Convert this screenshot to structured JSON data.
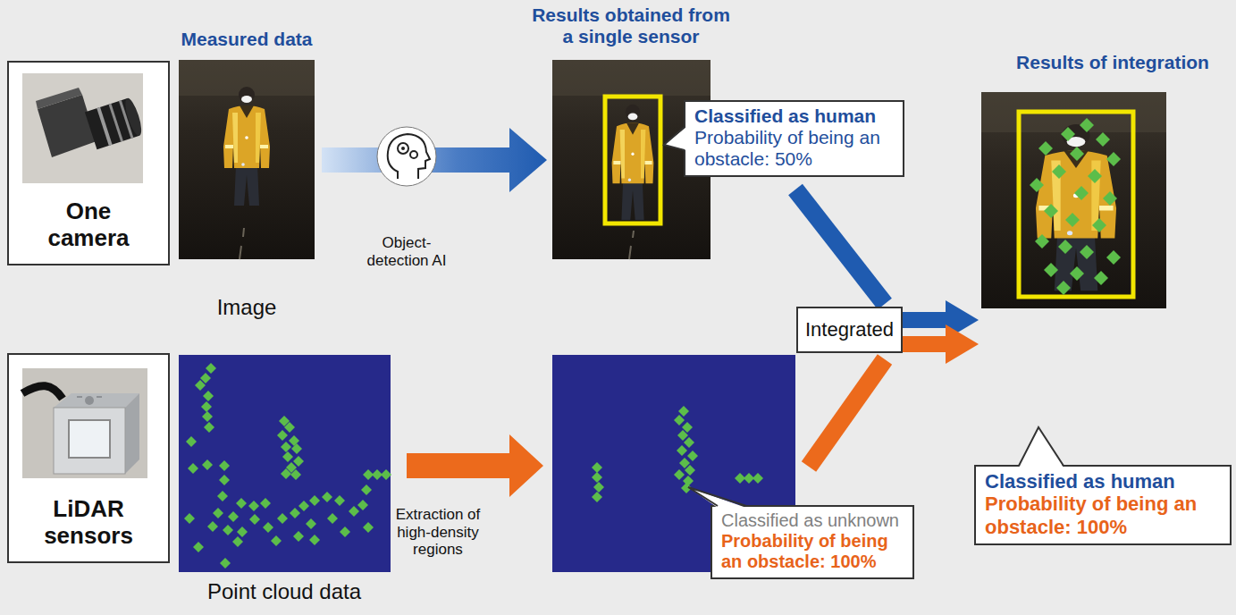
{
  "diagram": {
    "nodes": [
      {
        "text": [
          "One camera"
        ]
      },
      {
        "text": [
          "LiDAR sensors"
        ]
      },
      {
        "text": [
          "Integrated"
        ]
      },
      {
        "text": [
          "Classified as human",
          "Probability of being an obstacle: 50%"
        ]
      },
      {
        "text": [
          "Classified as unknown",
          "Probability of being an obstacle: 100%"
        ]
      },
      {
        "text": [
          "Classified as human",
          "Probability of being an obstacle: 100%"
        ]
      }
    ],
    "labels": [
      "Measured data",
      "Results obtained from a single sensor",
      "Results of integration",
      "Image",
      "Object-detection AI",
      "Extraction of high-density regions",
      "Point cloud data"
    ]
  }
}
